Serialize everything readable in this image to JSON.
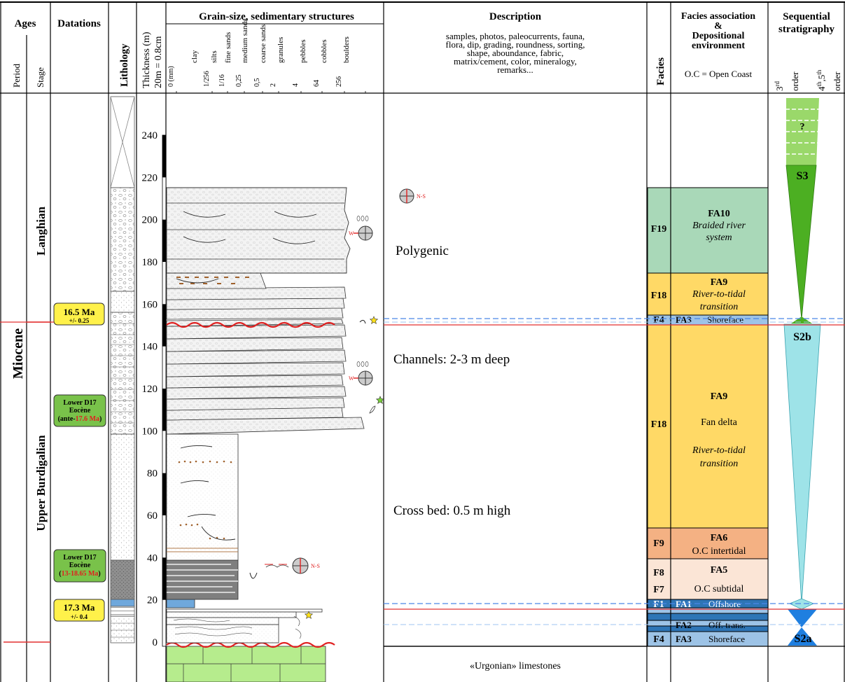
{
  "headers": {
    "ages": "Ages",
    "period": "Period",
    "stage": "Stage",
    "datations": "Datations",
    "lithology": "Lithology",
    "thickness_line1": "Thickness (m)",
    "thickness_line2": "20m = 0.8cm",
    "grain_title": "Grain-size, sedimentary structures",
    "description_title": "Description",
    "description_sub": [
      "samples, photos, paleocurrents, fauna,",
      "flora, dip, grading, roundness, sorting,",
      "shape, aboundance, fabric,",
      "matrix/cement, color, mineralogy,",
      "remarks..."
    ],
    "facies": "Facies",
    "facies_assoc_title": [
      "Facies association",
      "&",
      "Depositional",
      "environment"
    ],
    "open_coast_note": "O.C = Open Coast",
    "sequential_title": [
      "Sequential",
      "stratigraphy"
    ],
    "order_3rd": "3rd order",
    "order_4th": "4th,5th order"
  },
  "grain_scale": [
    {
      "size": "0 (mm)",
      "name": ""
    },
    {
      "size": "",
      "name": "clay"
    },
    {
      "size": "1/256",
      "name": "silts"
    },
    {
      "size": "1/16",
      "name": "fine sands"
    },
    {
      "size": "0,25",
      "name": "medium sands"
    },
    {
      "size": "0,5",
      "name": "coarse sands"
    },
    {
      "size": "2",
      "name": "granules"
    },
    {
      "size": "4",
      "name": "pebbles"
    },
    {
      "size": "64",
      "name": "cobbles"
    },
    {
      "size": "256",
      "name": "boulders"
    }
  ],
  "ages": {
    "period": "Miocene",
    "stages": [
      "Langhian",
      "Upper Burdigalian"
    ]
  },
  "datations": [
    {
      "label": "16.5 Ma",
      "sub": "+/- 0.25",
      "color": "#fff14a"
    },
    {
      "label": "Lower D17",
      "line2": "Eocène",
      "line3a": "(ante-",
      "line3b": "17.6 Ma",
      "line3c": ")",
      "color": "#79c24a"
    },
    {
      "label": "Lower D17",
      "line2": "Eocène",
      "line3a": "(",
      "line3b": "13-18.65 Ma",
      "line3c": ")",
      "color": "#79c24a"
    },
    {
      "label": "17.3 Ma",
      "sub": "+/- 0.4",
      "color": "#fff14a"
    }
  ],
  "thickness_ticks": [
    {
      "value": 240
    },
    {
      "value": 220
    },
    {
      "value": 200
    },
    {
      "value": 180
    },
    {
      "value": 160
    },
    {
      "value": 140
    },
    {
      "value": 120
    },
    {
      "value": 100
    },
    {
      "value": 80
    },
    {
      "value": 60
    },
    {
      "value": 40
    },
    {
      "value": 20
    },
    {
      "value": 0
    }
  ],
  "descriptions": {
    "polygenic": "Polygenic",
    "channels": "Channels: 2-3 m deep",
    "crossbed": "Cross bed: 0.5 m high",
    "urgonian": "«Urgonian» limestones",
    "paleocurrent_ns": "N-S",
    "paleocurrent_w": "W",
    "question": "?"
  },
  "facies": [
    {
      "code": "F19"
    },
    {
      "code": "F18"
    },
    {
      "code": "F4"
    },
    {
      "code": "F18"
    },
    {
      "code": "F9"
    },
    {
      "code": "F8"
    },
    {
      "code": "F7"
    },
    {
      "code": "F1"
    },
    {
      "code": "F4"
    }
  ],
  "facies_associations": [
    {
      "code": "FA10",
      "env": [
        "Braided river",
        "system"
      ],
      "color": "#a9d8b8"
    },
    {
      "code": "FA9",
      "env": [
        "River-to-tidal",
        "transition"
      ],
      "color": "#ffd966"
    },
    {
      "code": "FA3",
      "env": [
        "Shoreface"
      ],
      "color": "#9dc3e6"
    },
    {
      "code": "FA9",
      "env": [
        "Fan delta",
        "River-to-tidal",
        "transition"
      ],
      "color": "#ffd966"
    },
    {
      "code": "FA6",
      "env": [
        "O.C intertidal"
      ],
      "color": "#f4b183"
    },
    {
      "code": "FA5",
      "env": [
        "O.C subtidal"
      ],
      "color": "#fbe5d6"
    },
    {
      "code": "FA1",
      "env": [
        "Offshore"
      ],
      "color": "#2e75b6"
    },
    {
      "code": "FA2",
      "env": [
        "Off. trans."
      ],
      "color": "#2e75b6"
    },
    {
      "code": "FA3",
      "env": [
        "Shoreface"
      ],
      "color": "#9dc3e6"
    }
  ],
  "sequences": [
    "S3",
    "S2b",
    "S2a"
  ],
  "colors": {
    "yellow_facies": "#ffd966",
    "green_facies": "#a9d8b8",
    "shoreface_blue": "#9dc3e6",
    "offshore_blue": "#2e75b6",
    "s3_green": "#4caf22",
    "s2b_cyan": "#9ee3e8",
    "s2a_blue": "#1f7fe0",
    "limestone_green": "#b6ec8d",
    "datation_line_red": "#e23030",
    "dashed_blue": "#4a86e8"
  }
}
